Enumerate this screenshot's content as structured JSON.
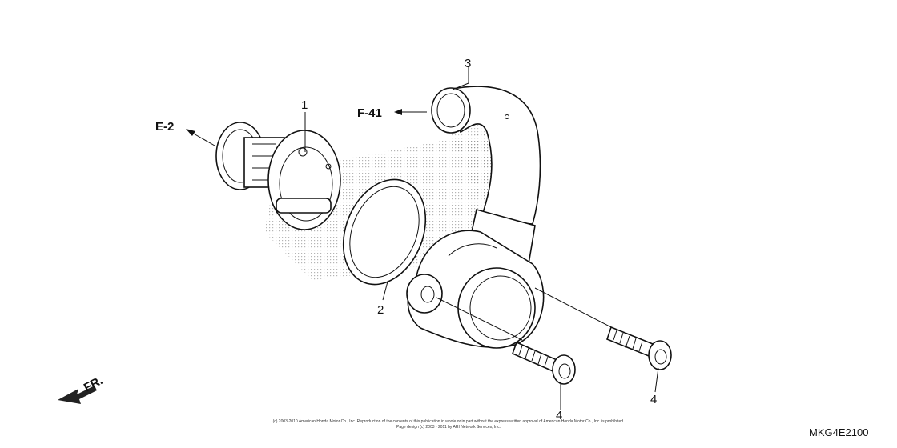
{
  "callouts": {
    "p1": "1",
    "p2": "2",
    "p3": "3",
    "p4a": "4",
    "p4b": "4"
  },
  "refs": {
    "e2": "E-2",
    "f41": "F-41"
  },
  "direction": {
    "fr": "FR."
  },
  "copyright": {
    "line1": "(c) 2003-2010 American Honda Motor Co., Inc. Reproduction of the contents of this publication in whole or in part without the express written approval of American Honda Motor Co., Inc. is prohibited.",
    "line2": "Page design (c) 2003 - 2011 by ARI Network Services, Inc."
  },
  "diagram_code": "MKG4E2100"
}
